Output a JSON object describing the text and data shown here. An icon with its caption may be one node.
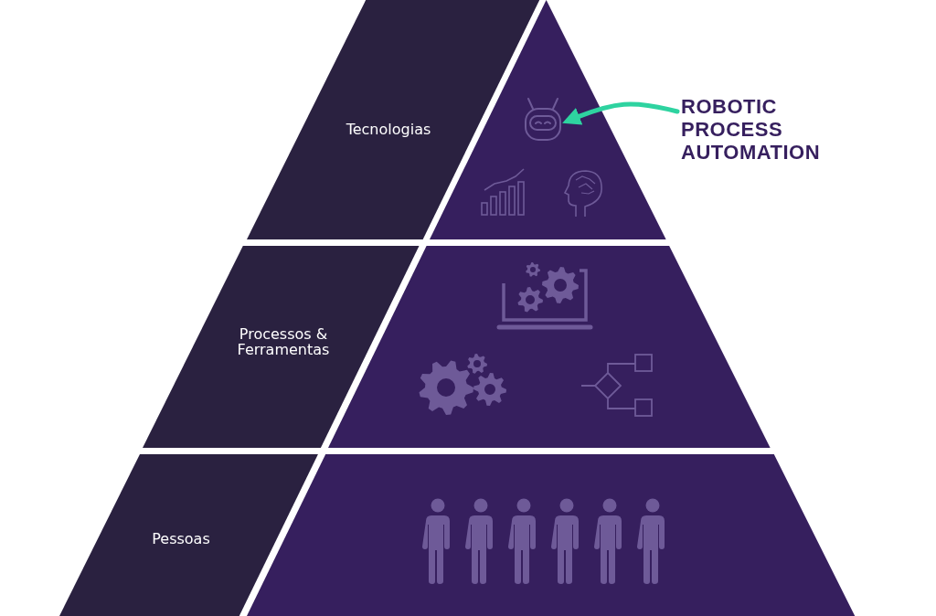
{
  "diagram": {
    "nodes": [
      {
        "text": [
          "Tecnologias"
        ]
      },
      {
        "text": [],
        "shape": "triangle"
      },
      {
        "text": [],
        "shape": "picture",
        "in": 1
      },
      {
        "text": [
          "Processos & Ferramentas"
        ]
      },
      {
        "text": [],
        "shape": "box"
      },
      {
        "text": [
          "Pessoas"
        ]
      },
      {
        "text": [],
        "shape": "box"
      },
      {
        "text": [
          "ROBOTIC PROCESS AUTOMATION"
        ]
      }
    ],
    "edges": [
      {
        "from": 7,
        "to": 2,
        "arrow": "to",
        "color": "#2ed3a0"
      }
    ]
  }
}
